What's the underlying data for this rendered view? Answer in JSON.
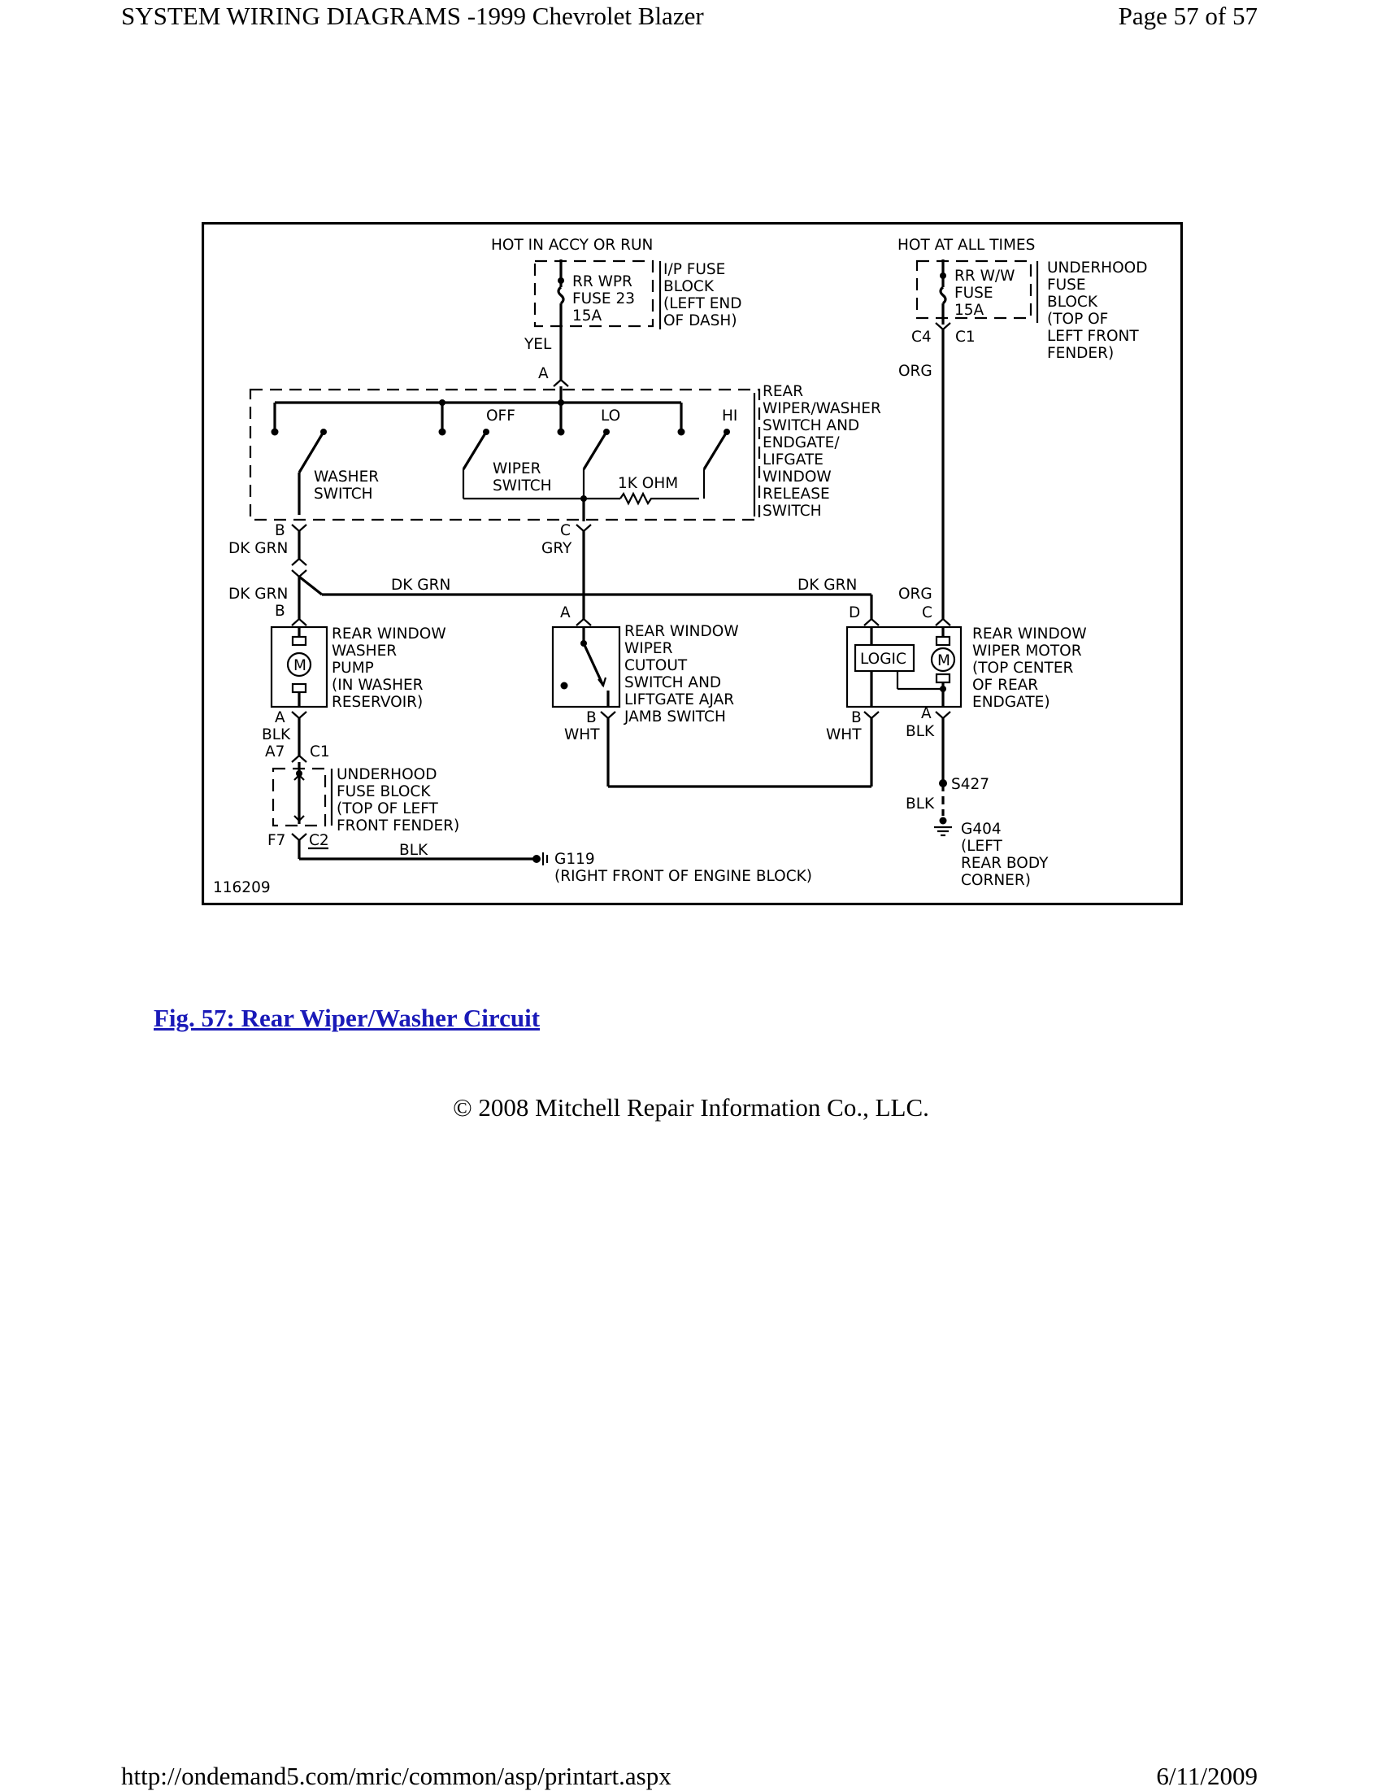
{
  "header": {
    "title": "SYSTEM WIRING DIAGRAMS -1999 Chevrolet Blazer",
    "page": "Page 57 of 57"
  },
  "footer": {
    "url": "http://ondemand5.com/mric/common/asp/printart.aspx",
    "date": "6/11/2009"
  },
  "figure": {
    "caption": "Fig. 57: Rear Wiper/Washer Circuit",
    "id_number": "116209"
  },
  "copyright": "© 2008 Mitchell Repair Information Co., LLC.",
  "diagram": {
    "power_left": "HOT IN ACCY OR RUN",
    "power_right": "HOT AT ALL TIMES",
    "fuse_left": [
      "RR WPR",
      "FUSE 23",
      "15A"
    ],
    "fuse_block_left": [
      "I/P FUSE",
      "BLOCK",
      "(LEFT END",
      "OF DASH)"
    ],
    "fuse_right": [
      "RR W/W",
      "FUSE",
      "15A"
    ],
    "fuse_block_right": [
      "UNDERHOOD",
      "FUSE",
      "BLOCK",
      "(TOP OF",
      "LEFT FRONT",
      "FENDER)"
    ],
    "switch_assembly": [
      "REAR",
      "WIPER/WASHER",
      "SWITCH AND",
      "ENDGATE/",
      "LIFGATE",
      "WINDOW",
      "RELEASE",
      "SWITCH"
    ],
    "washer_switch": [
      "WASHER",
      "SWITCH"
    ],
    "wiper_switch": [
      "WIPER",
      "SWITCH"
    ],
    "switch_positions": {
      "off": "OFF",
      "lo": "LO",
      "hi": "HI"
    },
    "resistor": "1K OHM",
    "washer_pump": [
      "REAR WINDOW",
      "WASHER",
      "PUMP",
      "(IN WASHER",
      "RESERVOIR)"
    ],
    "cutout_switch": [
      "REAR WINDOW",
      "WIPER",
      "CUTOUT",
      "SWITCH AND",
      "LIFTGATE AJAR",
      "JAMB SWITCH"
    ],
    "wiper_motor": [
      "REAR WINDOW",
      "WIPER MOTOR",
      "(TOP CENTER",
      "OF REAR",
      "ENDGATE)"
    ],
    "logic": "LOGIC",
    "motor_symbol": "M",
    "underhood_block": [
      "UNDERHOOD",
      "FUSE BLOCK",
      "(TOP OF LEFT",
      "FRONT FENDER)"
    ],
    "ground_g119": "G119",
    "ground_g119_loc": "(RIGHT FRONT OF ENGINE BLOCK)",
    "splice": "S427",
    "ground_g404": [
      "G404",
      "(LEFT",
      "REAR BODY",
      "CORNER)"
    ],
    "wires": {
      "yel": "YEL",
      "org": "ORG",
      "dkgrn": "DK GRN",
      "gry": "GRY",
      "blk": "BLK",
      "wht": "WHT"
    },
    "pins": {
      "a": "A",
      "b": "B",
      "c": "C",
      "d": "D",
      "c1": "C1",
      "c2": "C2",
      "c4": "C4",
      "a7": "A7",
      "f7": "F7"
    }
  }
}
